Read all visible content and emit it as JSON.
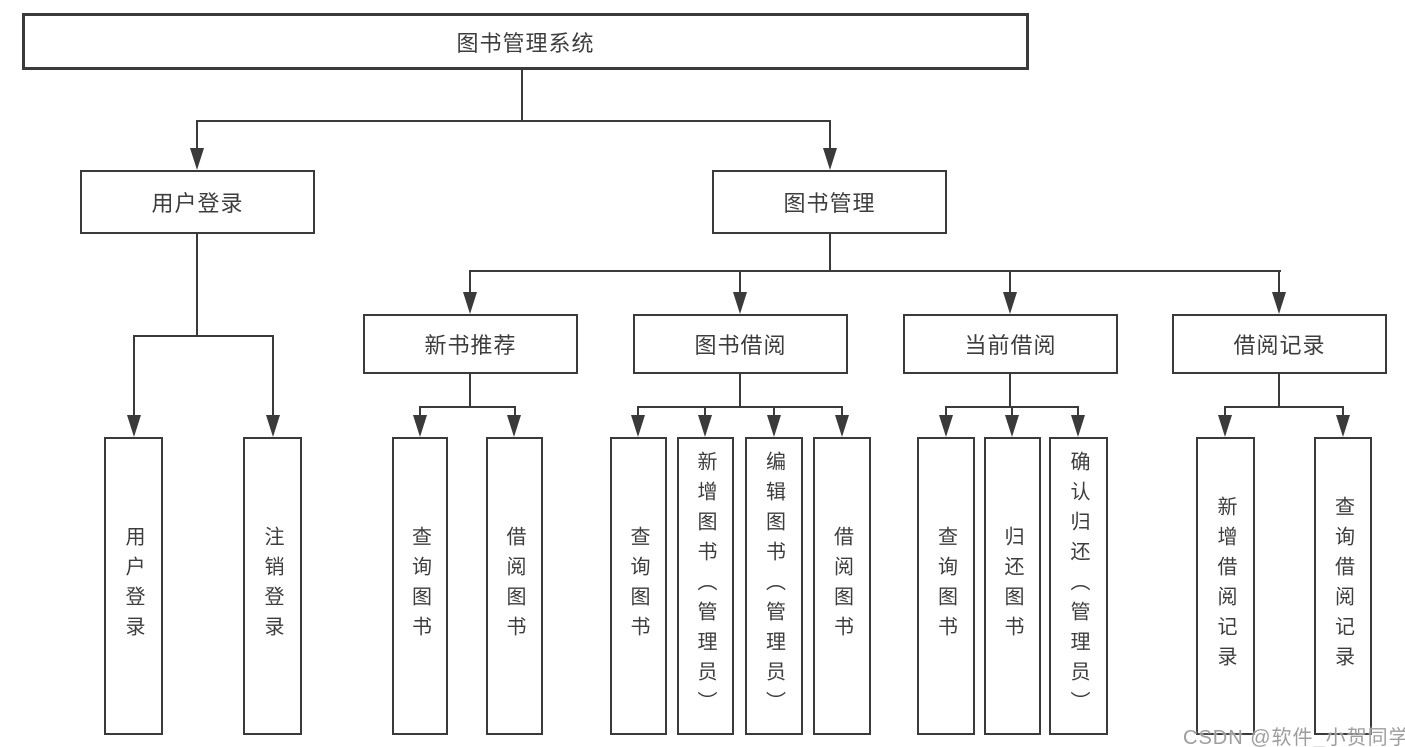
{
  "diagram": {
    "watermark": "CSDN @软件_小贺同学",
    "colors": {
      "background": "#ffffff",
      "box_border": "#3a3a3a",
      "connector_line": "#3a3a3a",
      "text": "#3d3d3d",
      "watermark_text": "#9e9e9e"
    },
    "tree": {
      "label": "图书管理系统",
      "children": [
        {
          "label": "用户登录",
          "children": [
            {
              "label": "用户登录"
            },
            {
              "label": "注销登录"
            }
          ]
        },
        {
          "label": "图书管理",
          "children": [
            {
              "label": "新书推荐",
              "children": [
                {
                  "label": "查询图书"
                },
                {
                  "label": "借阅图书"
                }
              ]
            },
            {
              "label": "图书借阅",
              "children": [
                {
                  "label": "查询图书"
                },
                {
                  "label": "新增图书（管理员）"
                },
                {
                  "label": "编辑图书（管理员）"
                },
                {
                  "label": "借阅图书"
                }
              ]
            },
            {
              "label": "当前借阅",
              "children": [
                {
                  "label": "查询图书"
                },
                {
                  "label": "归还图书"
                },
                {
                  "label": "确认归还（管理员）"
                }
              ]
            },
            {
              "label": "借阅记录",
              "children": [
                {
                  "label": "新增借阅记录"
                },
                {
                  "label": "查询借阅记录"
                }
              ]
            }
          ]
        }
      ]
    }
  }
}
